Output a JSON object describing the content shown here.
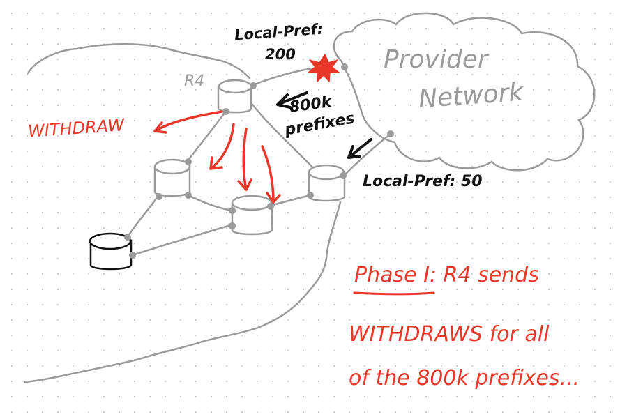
{
  "colors": {
    "accent": "#e8382a",
    "ink": "#111111",
    "gray": "#9a9a9a"
  },
  "labels": {
    "local_pref_200_line1": "Local-Pref:",
    "local_pref_200_line2": "200",
    "provider_line1": "Provider",
    "provider_line2": "Network",
    "router_r4": "R4",
    "prefixes_line1": "800k",
    "prefixes_line2": "prefixes",
    "local_pref_50": "Local-Pref: 50",
    "withdraw": "WITHDRAW",
    "phase_line1": "Phase I: R4 sends",
    "phase_line2": "WITHDRAWS for all",
    "phase_line3": "of the 800k prefixes..."
  }
}
